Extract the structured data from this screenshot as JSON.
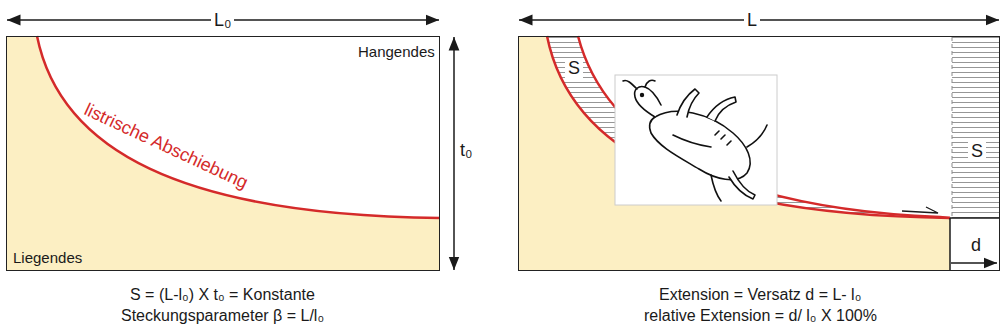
{
  "diagram": {
    "nodes": [
      {
        "text": [
          "Hangendes",
          "listrische Abschiebung",
          "Liegendes"
        ]
      },
      {
        "text": [
          "S",
          "S",
          "d"
        ]
      }
    ],
    "labels": [
      "L₀",
      "t₀",
      "L",
      "S = (L-l₀) X t₀ = Konstante",
      "Steckungsparameter β = L/l₀",
      "Extension = Versatz d = L- l₀",
      "relative Extension = d/ l₀ X 100%"
    ]
  }
}
